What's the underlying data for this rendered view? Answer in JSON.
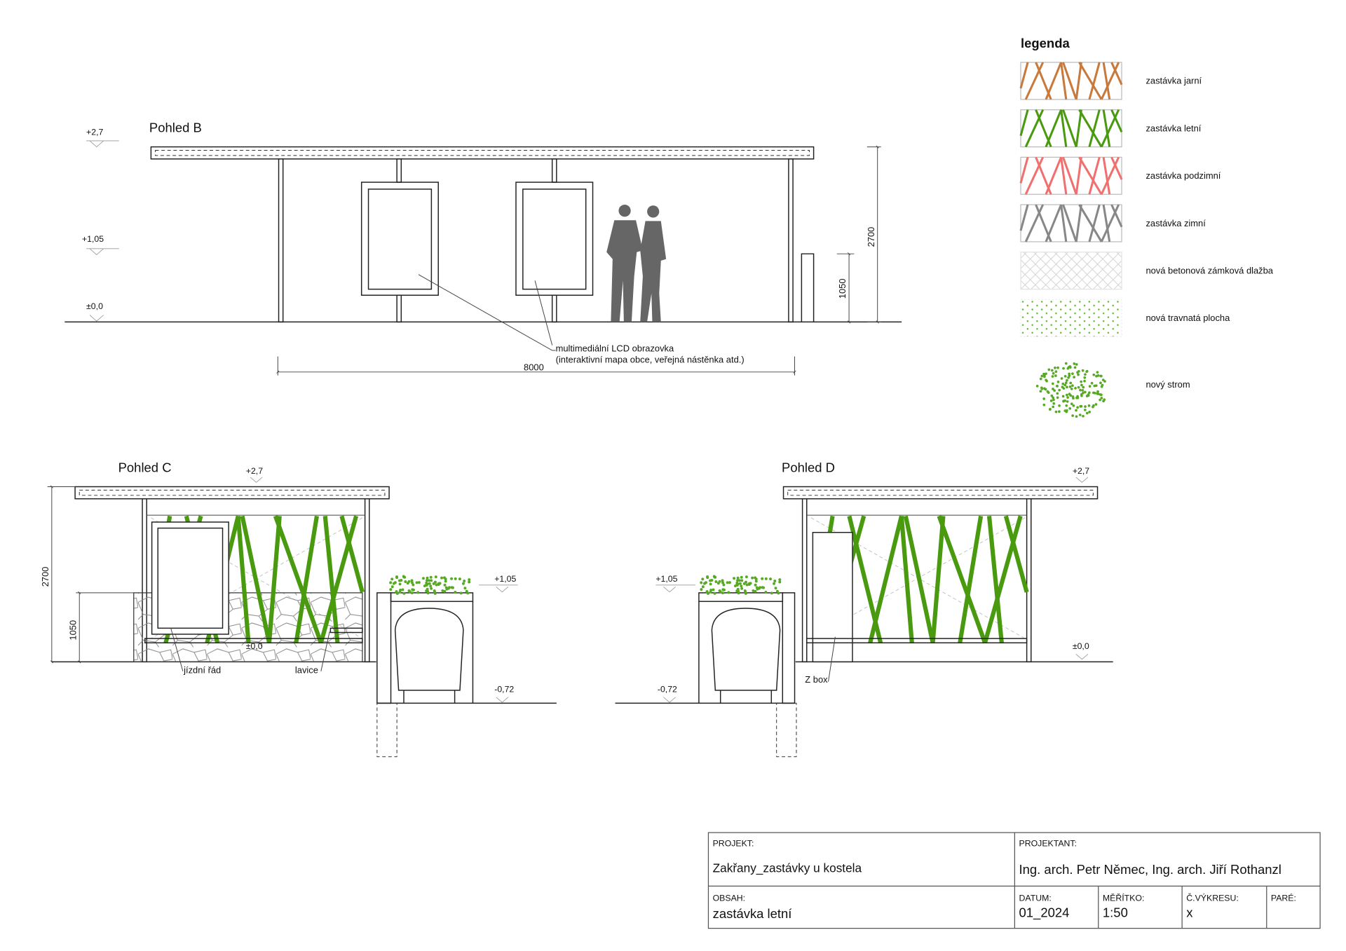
{
  "views": {
    "b": {
      "title": "Pohled B",
      "levels": [
        "+2,7",
        "+1,05",
        "±0,0"
      ],
      "dim_height": "2700",
      "dim_bench": "1050",
      "dim_length": "8000",
      "annotation_line1": "multimediální LCD obrazovka",
      "annotation_line2": "(interaktivní mapa obce, veřejná nástěnka atd.)"
    },
    "c": {
      "title": "Pohled C",
      "level_top": "+2,7",
      "level_planter": "+1,05",
      "level_zero": "±0,0",
      "level_low": "-0,72",
      "dim_height": "2700",
      "dim_bench": "1050",
      "label_timetable": "jízdní řád",
      "label_bench": "lavice"
    },
    "d": {
      "title": "Pohled D",
      "level_top": "+2,7",
      "level_planter": "+1,05",
      "level_zero": "±0,0",
      "level_low": "-0,72",
      "label_zbox": "Z box"
    }
  },
  "legend": {
    "title": "legenda",
    "items": [
      {
        "label": "zastávka jarní",
        "type": "stripes",
        "color": "#c87a3c"
      },
      {
        "label": "zastávka letní",
        "type": "stripes",
        "color": "#4a9a10"
      },
      {
        "label": "zastávka podzimní",
        "type": "stripes",
        "color": "#f07070"
      },
      {
        "label": "zastávka zimní",
        "type": "stripes",
        "color": "#888888"
      },
      {
        "label": "nová betonová zámková dlažba",
        "type": "paving",
        "color": "#cccccc"
      },
      {
        "label": "nová travnatá plocha",
        "type": "dots",
        "color": "#66bb33"
      },
      {
        "label": "nový strom",
        "type": "tree",
        "color": "#55aa22"
      }
    ]
  },
  "title_block": {
    "project_label": "PROJEKT:",
    "project_value": "Zakřany_zastávky u kostela",
    "designer_label": "PROJEKTANT:",
    "designer_value": "Ing. arch. Petr Němec, Ing. arch. Jiří Rothanzl",
    "content_label": "OBSAH:",
    "content_value": "zastávka letní",
    "date_label": "DATUM:",
    "date_value": "01_2024",
    "scale_label": "MĚŘÍTKO:",
    "scale_value": "1:50",
    "drawing_no_label": "Č.VÝKRESU:",
    "drawing_no_value": "x",
    "copies_label": "PARÉ:",
    "copies_value": ""
  },
  "colors": {
    "summer_green": "#4a9a10"
  }
}
